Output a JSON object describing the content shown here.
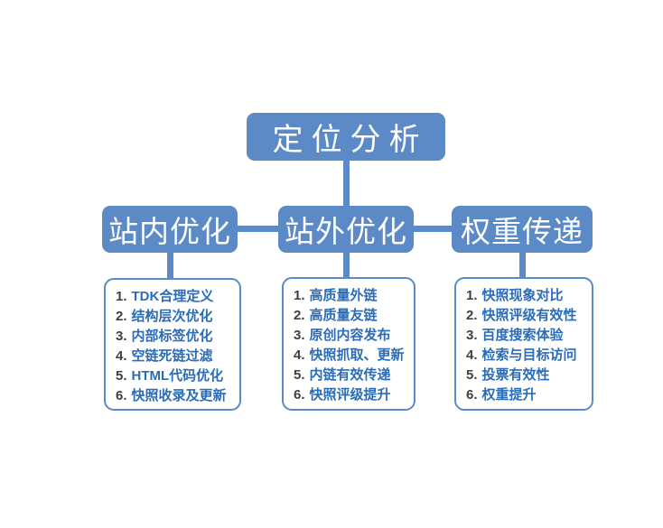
{
  "diagram": {
    "title": "定位分析",
    "root": {
      "label": "定位分析"
    },
    "branches": [
      {
        "label": "站内优化",
        "items": [
          {
            "num": "1.",
            "text": "TDK合理定义"
          },
          {
            "num": "2.",
            "text": "结构层次优化"
          },
          {
            "num": "3.",
            "text": "内部标签优化"
          },
          {
            "num": "4.",
            "text": "空链死链过滤"
          },
          {
            "num": "5.",
            "text": "HTML代码优化"
          },
          {
            "num": "6.",
            "text": "快照收录及更新"
          }
        ]
      },
      {
        "label": "站外优化",
        "items": [
          {
            "num": "1.",
            "text": "高质量外链"
          },
          {
            "num": "2.",
            "text": "高质量友链"
          },
          {
            "num": "3.",
            "text": "原创内容发布"
          },
          {
            "num": "4.",
            "text": "快照抓取、更新"
          },
          {
            "num": "5.",
            "text": "内链有效传递"
          },
          {
            "num": "6.",
            "text": "快照评级提升"
          }
        ]
      },
      {
        "label": "权重传递",
        "items": [
          {
            "num": "1.",
            "text": "快照现象对比"
          },
          {
            "num": "2.",
            "text": "快照评级有效性"
          },
          {
            "num": "3.",
            "text": "百度搜索体验"
          },
          {
            "num": "4.",
            "text": "检索与目标访问"
          },
          {
            "num": "5.",
            "text": "投票有效性"
          },
          {
            "num": "6.",
            "text": "权重提升"
          }
        ]
      }
    ],
    "colors": {
      "node_fill": "#5b8ac6",
      "node_text": "#ffffff",
      "item_text": "#2b6cb8",
      "item_number": "#3d4047",
      "connector": "#5b8ac6",
      "list_border": "#5b8ac6",
      "background": "#ffffff"
    }
  }
}
